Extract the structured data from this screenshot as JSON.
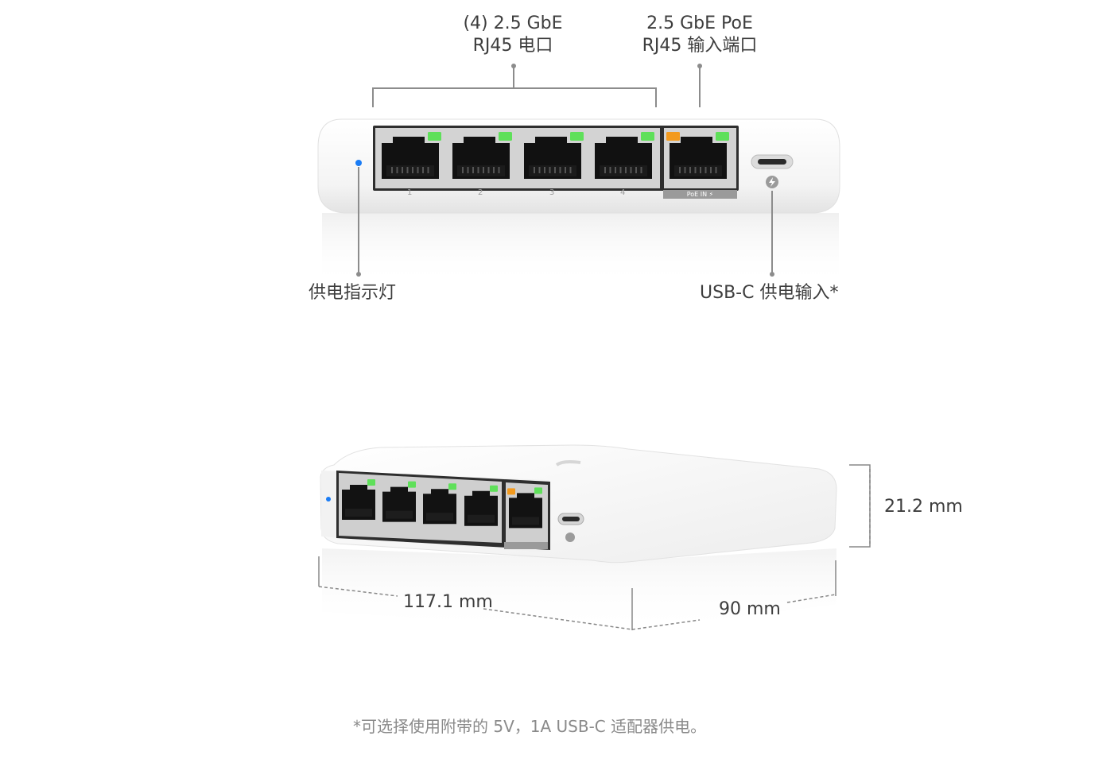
{
  "callouts": {
    "lan_ports_line1": "(4) 2.5 GbE",
    "lan_ports_line2": "RJ45 电口",
    "poe_in_line1": "2.5 GbE PoE",
    "poe_in_line2": "RJ45 输入端口",
    "power_led": "供电指示灯",
    "usbc_power": "USB-C 供电输入*"
  },
  "port_labels": [
    "1",
    "2",
    "3",
    "4"
  ],
  "poe_tag": "PoE IN ⚡",
  "dimensions": {
    "height": "21.2 mm",
    "width": "117.1 mm",
    "depth": "90 mm"
  },
  "footnote": "*可选择使用附带的 5V，1A USB-C 适配器供电。",
  "colors": {
    "led_green": "#5fe05a",
    "led_orange": "#f39a1e",
    "led_blue": "#1a7cf5",
    "device_body": "#f6f6f6",
    "port_frame": "#d9d9d9"
  }
}
